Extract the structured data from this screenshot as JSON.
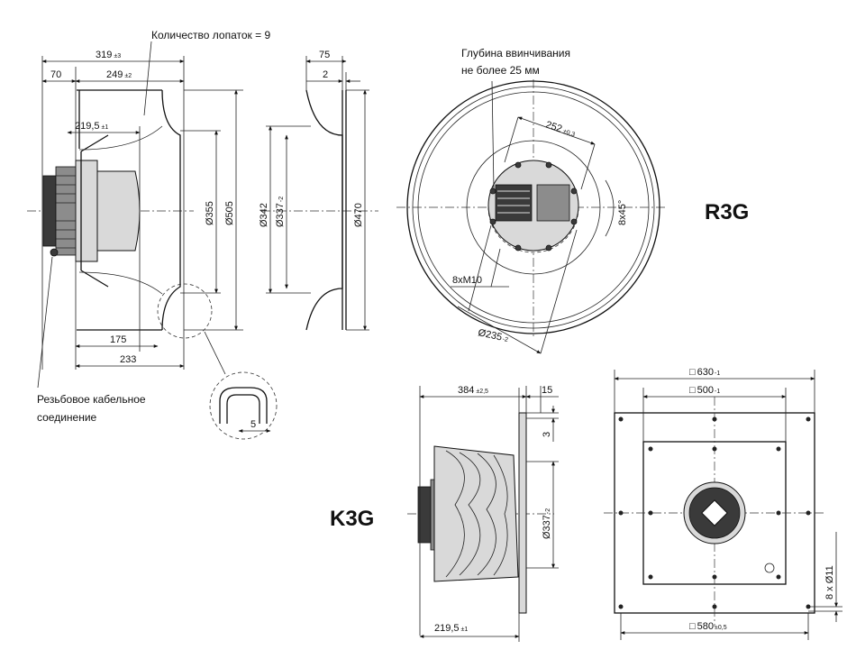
{
  "models": {
    "r3g": "R3G",
    "k3g": "K3G"
  },
  "notes": {
    "blades": "Количество лопаток = 9",
    "depth_line1": "Глубина ввинчивания",
    "depth_line2": "не более 25 мм",
    "cable_line1": "Резьбовое кабельное",
    "cable_line2": "соединение"
  },
  "side_view": {
    "d319": "319",
    "d319_tol": "±3",
    "d70": "70",
    "d249": "249",
    "d249_tol": "±2",
    "d219": "219,5",
    "d219_tol": "±1",
    "d175": "175",
    "d233": "233",
    "phi355": "Ø355",
    "phi505": "Ø505",
    "detail_5": "5"
  },
  "inlet_view": {
    "d75": "75",
    "d2": "2",
    "phi342": "Ø342",
    "phi337": "Ø337",
    "phi337_tol": "-2",
    "phi470": "Ø470"
  },
  "front_view": {
    "d252": "252",
    "d252_tol": "±0,3",
    "angle": "8x45°",
    "bolts": "8xM10",
    "phi235": "Ø235",
    "phi235_tol": "-2"
  },
  "k3g_side": {
    "d384": "384",
    "d384_tol": "±2,5",
    "d15": "15",
    "d3": "3",
    "phi337": "Ø337",
    "phi337_tol": "-2",
    "d219": "219,5",
    "d219_tol": "±1"
  },
  "k3g_front": {
    "sq630": "630",
    "sq630_tol": "-1",
    "sq500": "500",
    "sq500_tol": "-1",
    "sq580": "580",
    "sq580_tol": "±0,5",
    "holes": "8 x Ø11",
    "square_symbol": "□"
  }
}
